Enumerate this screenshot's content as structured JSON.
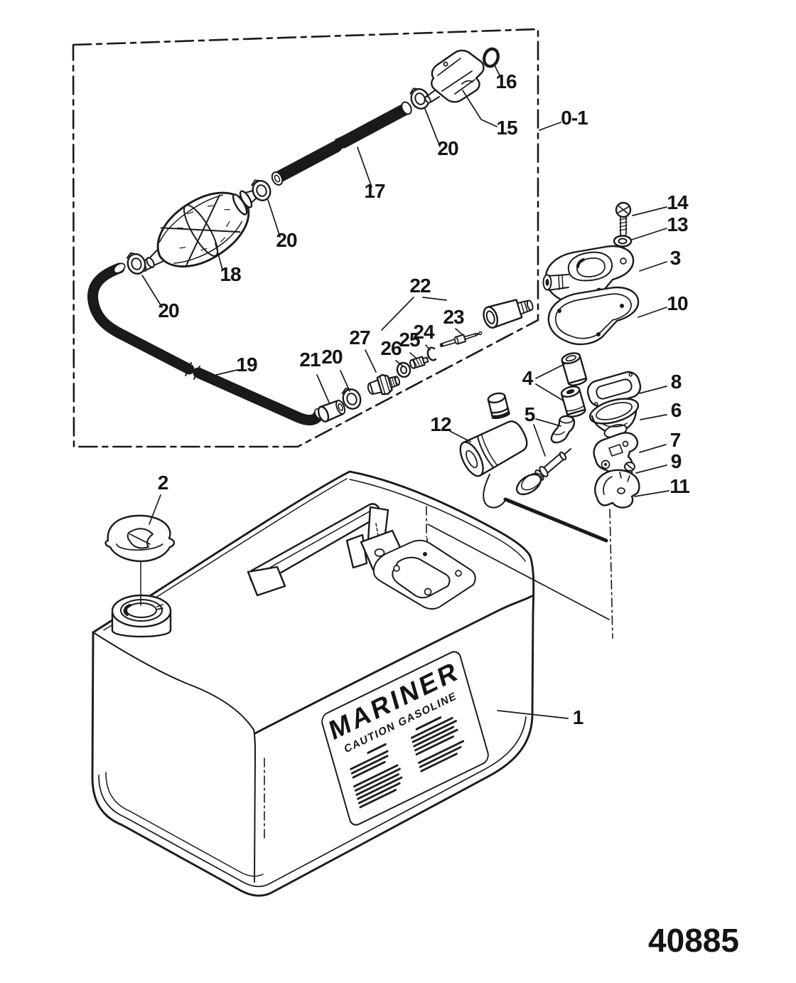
{
  "figure": {
    "number": "40885"
  },
  "assembly": {
    "ref": "0-1"
  },
  "tank_label": {
    "brand": "MARINER",
    "caution": "CAUTION GASOLINE"
  },
  "callouts": {
    "p1": "1",
    "p2": "2",
    "p3": "3",
    "p4": "4",
    "p5": "5",
    "p6": "6",
    "p7": "7",
    "p8": "8",
    "p9": "9",
    "p10": "10",
    "p11": "11",
    "p12": "12",
    "p13": "13",
    "p14": "14",
    "p15": "15",
    "p16": "16",
    "p17": "17",
    "p18": "18",
    "p19": "19",
    "p20a": "20",
    "p20b": "20",
    "p20c": "20",
    "p20d": "20",
    "p21": "21",
    "p22": "22",
    "p23": "23",
    "p24": "24",
    "p25": "25",
    "p26": "26",
    "p27": "27"
  }
}
